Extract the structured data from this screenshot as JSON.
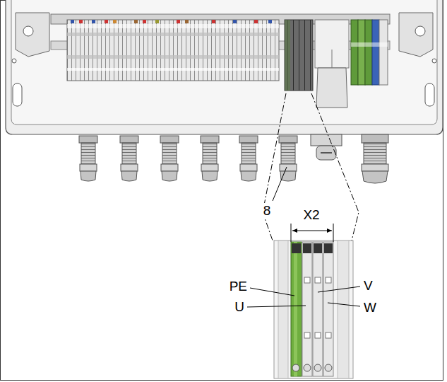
{
  "diagram": {
    "labels": [
      "8",
      "X2",
      "PE",
      "V",
      "U",
      "W"
    ]
  }
}
